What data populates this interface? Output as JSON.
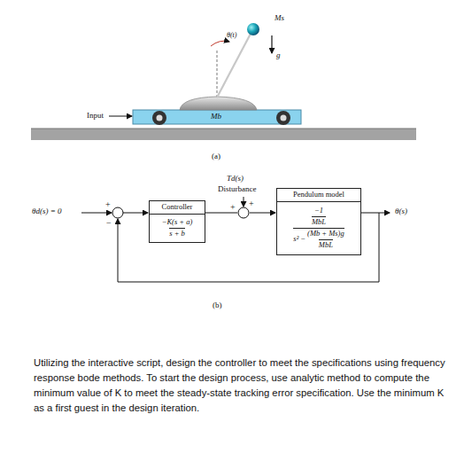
{
  "diagram": {
    "caption": "Utilizing the interactive script, design the controller to meet the specifications using frequency response bode methods. To start the design process, use analytic method to compute the minimum value of K to meet the steady-state tracking error specification. Use the minimum K as a first guest in the design iteration.",
    "nodes": [
      {
        "text": [
          "Controller",
          "−K(s + a)",
          "s + b"
        ]
      },
      {
        "text": [
          "Pendulum model",
          "−1",
          "MbL",
          "s² −",
          "(Mb + Ms)g",
          "MbL"
        ]
      }
    ],
    "edges": [
      {
        "from": 0,
        "to": 1,
        "arrow": "to"
      }
    ],
    "labels": [
      "Ms",
      "θ(t)",
      "g",
      "Mb",
      "Input",
      "(a)",
      "Td(s)",
      "Disturbance",
      "θd(s) = 0",
      "+",
      "−",
      "+",
      "+",
      "θ(s)",
      "(b)"
    ]
  }
}
